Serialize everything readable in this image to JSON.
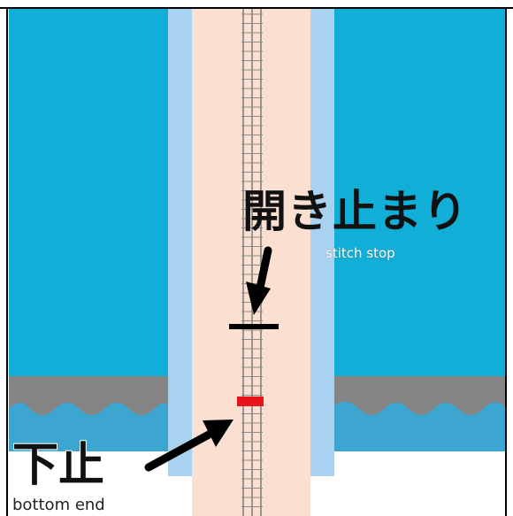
{
  "labels": {
    "stitch_stop_jp": "開き止まり",
    "stitch_stop_en": "stitch stop",
    "bottom_end_jp": "下止",
    "bottom_end_en": "bottom end"
  },
  "colors": {
    "fabric": "#11aed7",
    "tape": "#a8d2f0",
    "zipper_body": "#fbe0d2",
    "teeth": "#7b7b7b",
    "hem": "#858585",
    "wave": "#3da6d0",
    "stitch_stop_marker": "#000000",
    "bottom_stop_marker": "#e8141c",
    "frame": "#000000"
  }
}
